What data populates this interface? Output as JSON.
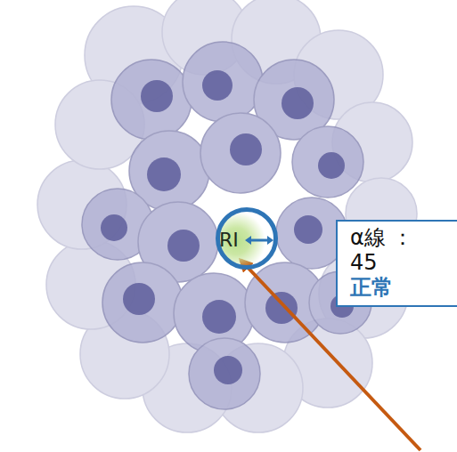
{
  "diagram": {
    "nodes": [
      {
        "text": [
          "RI"
        ]
      },
      {
        "text": [
          "α線 ：45",
          "正常"
        ]
      }
    ]
  }
}
